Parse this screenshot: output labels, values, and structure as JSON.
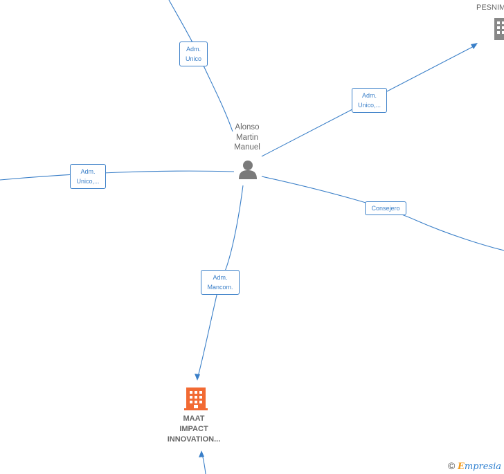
{
  "person": {
    "label_lines": [
      "Alonso",
      "Martin",
      "Manuel"
    ]
  },
  "companies": {
    "main": {
      "label_lines": [
        "MAAT",
        "IMPACT",
        "INNOVATION..."
      ]
    },
    "top_right": {
      "label": "PESNIM"
    }
  },
  "edges": {
    "top": [
      "Adm.",
      "Unico"
    ],
    "top_right": [
      "Adm.",
      "Unico,..."
    ],
    "left": [
      "Adm.",
      "Unico,..."
    ],
    "right": [
      "Consejero"
    ],
    "bottom": [
      "Adm.",
      "Mancom."
    ]
  },
  "colors": {
    "edge": "#3a7fc8",
    "company_main": "#f26a33",
    "company_other": "#888888",
    "person": "#7a7a7a"
  },
  "footer": {
    "copyright_symbol": "©",
    "brand_first": "E",
    "brand_rest": "mpresia"
  }
}
